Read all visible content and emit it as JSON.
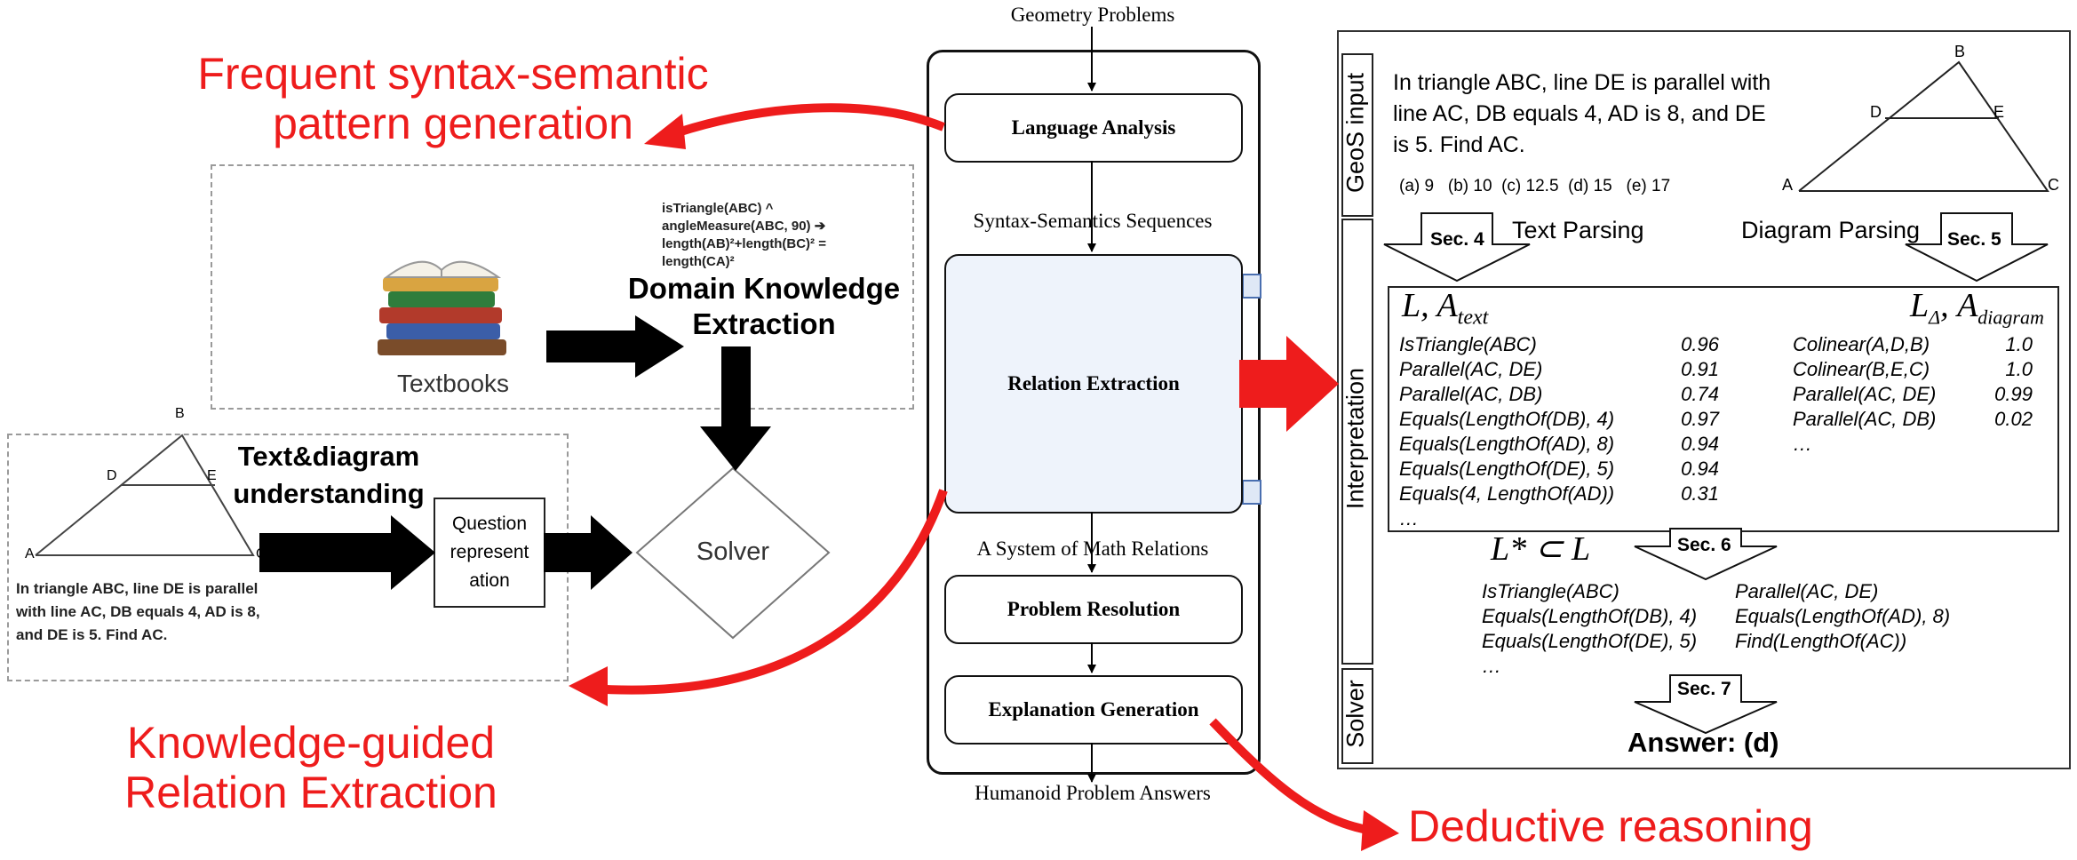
{
  "red_labels": {
    "frequent": "Frequent syntax-semantic pattern generation",
    "knowledge": "Knowledge-guided Relation Extraction",
    "deductive": "Deductive reasoning"
  },
  "left_panel": {
    "textbooks": "Textbooks",
    "formula_lines": [
      "isTriangle(ABC) ^",
      "angleMeasure(ABC, 90) ➔",
      "length(AB)²+length(BC)² =",
      "length(CA)²"
    ],
    "domain_knowledge": "Domain Knowledge Extraction",
    "text_diagram": "Text&diagram understanding",
    "question_rep": "Question represent ation",
    "solver": "Solver",
    "problem_text": "In triangle ABC, line DE is parallel with line AC, DB equals 4, AD is 8, and DE is 5. Find AC.",
    "points": {
      "A": "A",
      "B": "B",
      "C": "C",
      "D": "D",
      "E": "E"
    }
  },
  "pipeline": {
    "input_label": "Geometry Problems",
    "language_analysis": "Language Analysis",
    "syntax_semantics": "Syntax-Semantics Sequences",
    "relation_extraction": "Relation Extraction",
    "math_relations": "A System of Math Relations",
    "problem_resolution": "Problem Resolution",
    "explanation_generation": "Explanation Generation",
    "output_label": "Humanoid Problem Answers"
  },
  "geos": {
    "side_input": "GeoS input",
    "side_interp": "Interpretation",
    "side_solver": "Solver",
    "problem_text": "In triangle ABC, line DE is parallel with line AC, DB equals 4, AD is 8, and DE is 5. Find AC.",
    "choices": "(a) 9   (b) 10  (c) 12.5  (d) 15   (e) 17",
    "points": {
      "A": "A",
      "B": "B",
      "C": "C",
      "D": "D",
      "E": "E"
    },
    "sec4": "Sec. 4",
    "sec5": "Sec. 5",
    "sec6": "Sec. 6",
    "sec7": "Sec. 7",
    "text_parsing": "Text Parsing",
    "diagram_parsing": "Diagram Parsing",
    "text_header": "L, A",
    "text_header_sub": "text",
    "diagram_header": "L",
    "diagram_header_sub1": "Δ",
    "diagram_header_mid": ", A",
    "diagram_header_sub2": "diagram",
    "text_rows": [
      {
        "rel": "IsTriangle(ABC)",
        "score": "0.96"
      },
      {
        "rel": "Parallel(AC, DE)",
        "score": "0.91"
      },
      {
        "rel": "Parallel(AC, DB)",
        "score": "0.74"
      },
      {
        "rel": "Equals(LengthOf(DB), 4)",
        "score": "0.97"
      },
      {
        "rel": "Equals(LengthOf(AD), 8)",
        "score": "0.94"
      },
      {
        "rel": "Equals(LengthOf(DE), 5)",
        "score": "0.94"
      },
      {
        "rel": "Equals(4, LengthOf(AD))",
        "score": "0.31"
      },
      {
        "rel": "…",
        "score": ""
      }
    ],
    "diagram_rows": [
      {
        "rel": "Colinear(A,D,B)",
        "score": "1.0"
      },
      {
        "rel": "Colinear(B,E,C)",
        "score": "1.0"
      },
      {
        "rel": "Parallel(AC, DE)",
        "score": "0.99"
      },
      {
        "rel": "Parallel(AC, DB)",
        "score": "0.02"
      },
      {
        "rel": "…",
        "score": ""
      }
    ],
    "subset_header": "L* ⊂ L",
    "subset_left": [
      "IsTriangle(ABC)",
      "Equals(LengthOf(DB), 4)",
      "Equals(LengthOf(DE), 5)",
      "…"
    ],
    "subset_right": [
      "Parallel(AC, DE)",
      "Equals(LengthOf(AD), 8)",
      "Find(LengthOf(AC))"
    ],
    "answer": "Answer: (d)"
  },
  "colors": {
    "red": "#ee1c1c",
    "black": "#000000",
    "relation_fill": "#eef3fb",
    "dash": "#9a9a9a"
  }
}
